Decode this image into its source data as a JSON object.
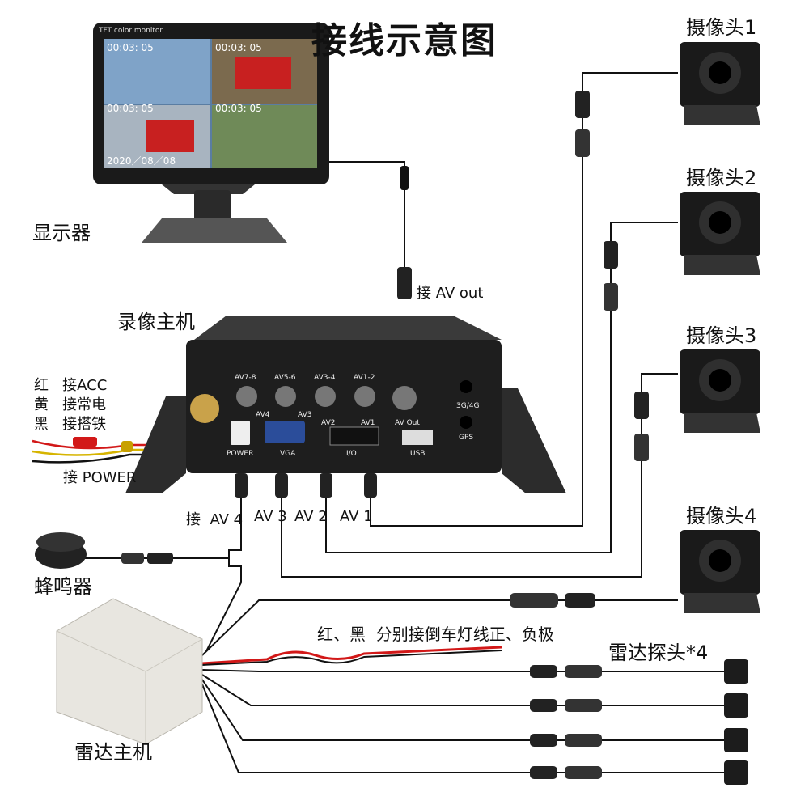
{
  "title": "接线示意图",
  "monitor": {
    "label": "显示器",
    "brand": "TFT color monitor",
    "timestamps": [
      "00:03: 05",
      "00:03: 05",
      "00:03: 05",
      "00:03: 05"
    ],
    "date": "2020／08／08"
  },
  "dvr": {
    "label": "录像主机",
    "ports_top": [
      "AV7-8",
      "AV5-6",
      "AV3-4",
      "AV1-2"
    ],
    "port_av_out": "AV Out",
    "ports_mid": [
      "AV4",
      "AV3",
      "AV2",
      "AV1"
    ],
    "port_3g": "3G/4G",
    "port_gps": "GPS",
    "port_power": "POWER",
    "port_vga": "VGA",
    "port_io": "I/O",
    "port_usb": "USB"
  },
  "av_out_label": "接 AV out",
  "power": {
    "lines": [
      {
        "color": "红",
        "desc": "接ACC"
      },
      {
        "color": "黄",
        "desc": "接常电"
      },
      {
        "color": "黑",
        "desc": "接搭铁"
      }
    ],
    "connect": "接 POWER"
  },
  "av_labels": [
    "接  AV 4",
    "AV 3",
    "AV 2",
    "AV 1"
  ],
  "cameras": [
    "摄像头1",
    "摄像头2",
    "摄像头3",
    "摄像头4"
  ],
  "buzzer": "蜂鸣器",
  "radar_host": "雷达主机",
  "reverse_note": "红、黑  分别接倒车灯线正、负极",
  "radar_probe": "雷达探头*4",
  "colors": {
    "wire": "#111111",
    "red_wire": "#d21818",
    "device": "#1a1a1a",
    "accent": "#c9a24a"
  }
}
